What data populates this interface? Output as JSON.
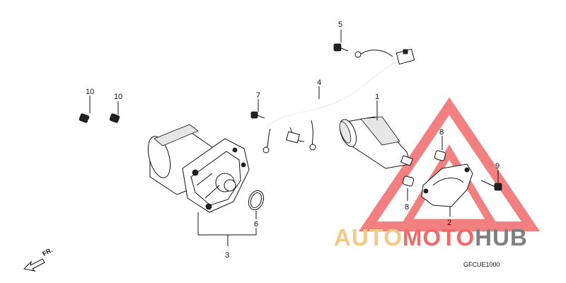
{
  "diagram": {
    "callouts": [
      "1",
      "2",
      "3",
      "4",
      "5",
      "6",
      "7",
      "8",
      "8",
      "9",
      "10",
      "10"
    ],
    "drawing_code": "GFCUE1000",
    "direction_marker": "FR."
  },
  "watermark": {
    "text_part1": "AUTO",
    "text_part2": "MOTO",
    "text_part3": "HUB",
    "color_yellow": "#f3c98a",
    "color_red": "#f06a6a",
    "color_gray": "#7f7f7f",
    "triangle_color": "#f26a6a"
  }
}
